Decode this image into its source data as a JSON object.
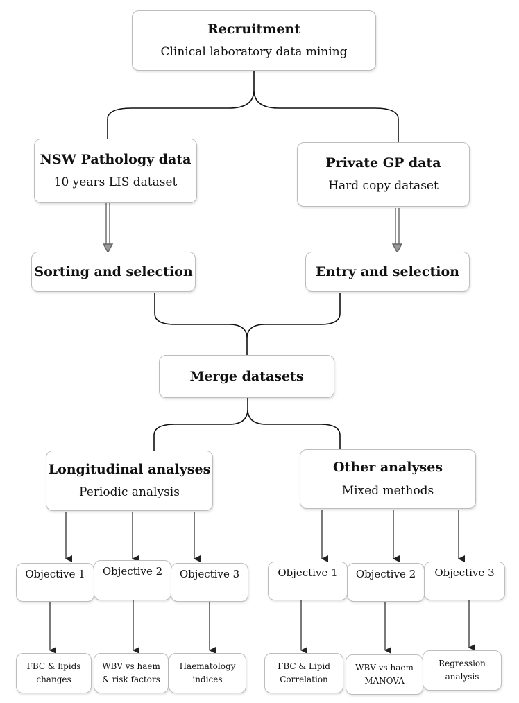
{
  "recruitment": {
    "title": "Recruitment",
    "subtitle": "Clinical laboratory data mining"
  },
  "nsw": {
    "title": "NSW Pathology data",
    "subtitle": "10 years LIS dataset"
  },
  "gp": {
    "title": "Private GP data",
    "subtitle": "Hard copy dataset"
  },
  "sorting": {
    "label": "Sorting and selection"
  },
  "entry": {
    "label": "Entry and selection"
  },
  "merge": {
    "label": "Merge datasets"
  },
  "longitudinal": {
    "title": "Longitudinal analyses",
    "subtitle": "Periodic analysis",
    "objectives": [
      "Objective 1",
      "Objective 2",
      "Objective 3"
    ],
    "outcomes": [
      [
        "FBC & lipids",
        "changes"
      ],
      [
        "WBV vs haem",
        "& risk factors"
      ],
      [
        "Haematology",
        "indices"
      ]
    ]
  },
  "other": {
    "title": "Other analyses",
    "subtitle": "Mixed methods",
    "objectives": [
      "Objective 1",
      "Objective 2",
      "Objective 3"
    ],
    "outcomes": [
      [
        "FBC & Lipid",
        "Correlation"
      ],
      [
        "WBV vs haem",
        "MANOVA"
      ],
      [
        "Regression",
        "analysis"
      ]
    ]
  }
}
